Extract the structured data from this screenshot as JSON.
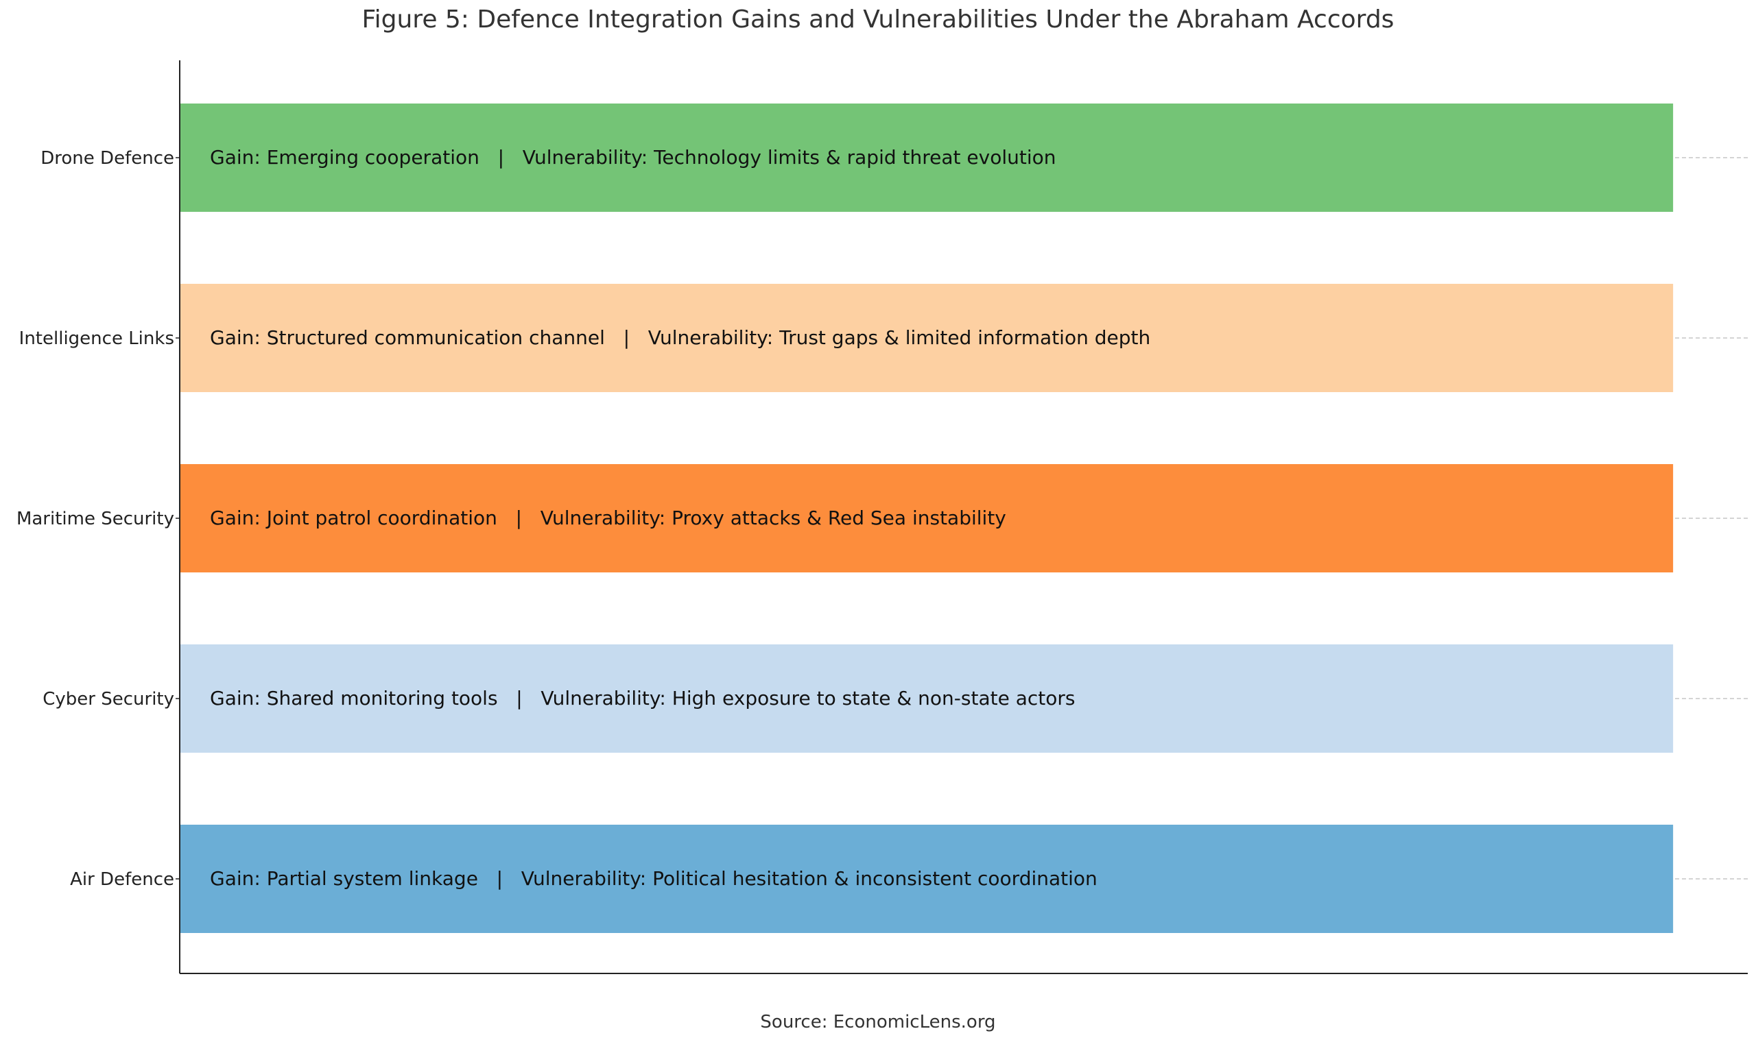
{
  "chart_data": {
    "type": "bar",
    "orientation": "horizontal",
    "title": "Figure 5: Defence Integration Gains and Vulnerabilities Under the Abraham Accords",
    "source": "Source: EconomicLens.org",
    "categories": [
      "Air Defence",
      "Cyber Security",
      "Maritime Security",
      "Intelligence Links",
      "Drone Defence"
    ],
    "values": [
      1,
      1,
      1,
      1,
      1
    ],
    "labels": [
      "Gain: Partial system linkage   |   Vulnerability: Political hesitation & inconsistent coordination",
      "Gain: Shared monitoring tools   |   Vulnerability: High exposure to state & non-state actors",
      "Gain: Joint patrol coordination   |   Vulnerability: Proxy attacks & Red Sea instability",
      "Gain: Structured communication channel   |   Vulnerability: Trust gaps & limited information depth",
      "Gain: Emerging cooperation   |   Vulnerability: Technology limits & rapid threat evolution"
    ],
    "colors": [
      "#6baed6",
      "#c6dbef",
      "#fd8d3c",
      "#fdd0a2",
      "#74c476"
    ],
    "xlim": [
      0,
      1.05
    ],
    "xticks_shown": false,
    "grid": "y-dashed",
    "legend": "none"
  }
}
